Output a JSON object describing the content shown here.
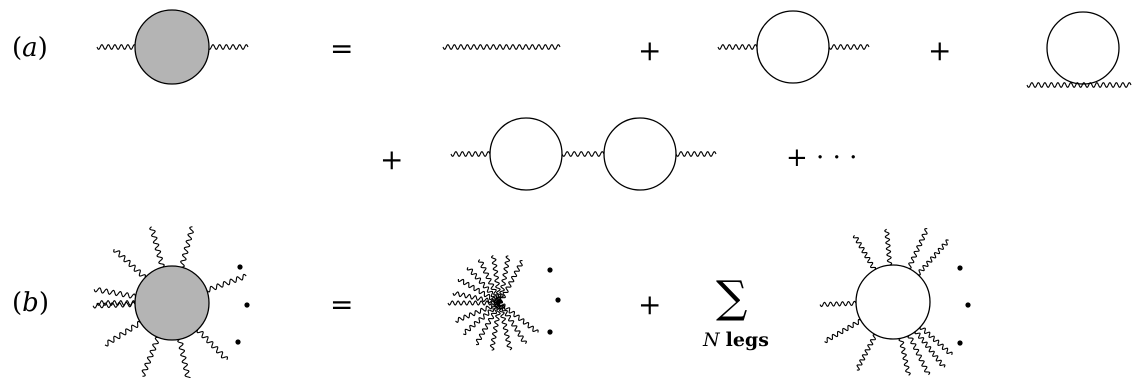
{
  "colors": {
    "ink": "#000000",
    "dressed_fill": "#b4b4b4",
    "loop_fill": "#ffffff",
    "background": "#ffffff"
  },
  "panel_a": {
    "label_a": "(",
    "label_b": "a",
    "label_c": ")",
    "equals": "=",
    "plus_1": "+",
    "plus_2": "+",
    "plus_3": "+",
    "plus_dots": "+ · · ·"
  },
  "panel_b": {
    "label_a": "(",
    "label_b": "b",
    "label_c": ")",
    "equals": "=",
    "plus": "+",
    "sum_symbol": "∑",
    "sum_sub_var": "N",
    "sum_sub_text": "legs"
  }
}
